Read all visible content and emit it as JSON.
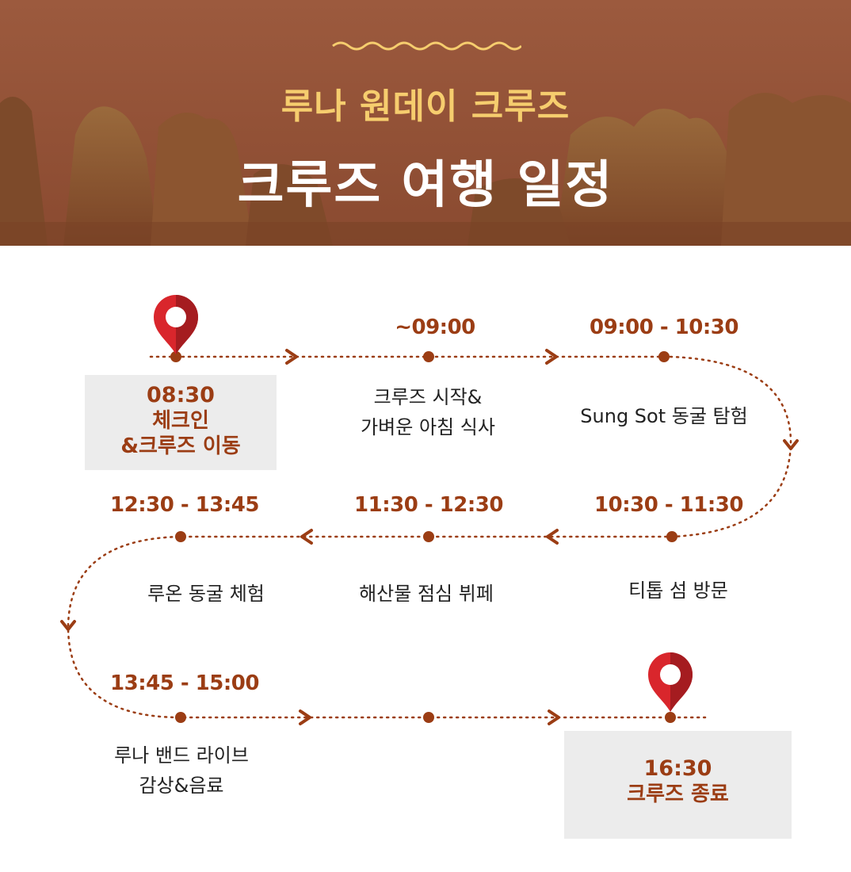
{
  "header": {
    "subtitle": "루나 원데이 크루즈",
    "title": "크루즈 여행 일정"
  },
  "colors": {
    "accent": "#9b3d14",
    "header_bg": "#8e5038",
    "header_subtitle": "#f6cd6e",
    "pin": "#d9262c",
    "box_bg": "#ececec"
  },
  "start": {
    "time": "08:30",
    "line1": "체크인",
    "line2": "&크루즈 이동"
  },
  "stops": [
    {
      "time": "~09:00",
      "line1": "크루즈 시작&",
      "line2": "가벼운 아침 식사"
    },
    {
      "time": "09:00 - 10:30",
      "line1": "Sung Sot 동굴 탐험",
      "line2": ""
    },
    {
      "time": "10:30 - 11:30",
      "line1": "티톱 섬 방문",
      "line2": ""
    },
    {
      "time": "11:30 - 12:30",
      "line1": "해산물 점심 뷔페",
      "line2": ""
    },
    {
      "time": "12:30 - 13:45",
      "line1": "루온 동굴 체험",
      "line2": ""
    },
    {
      "time": "13:45 - 15:00",
      "line1": "루나 밴드 라이브",
      "line2": "감상&음료"
    }
  ],
  "end": {
    "time": "16:30",
    "label": "크루즈 종료"
  },
  "icons": [
    "map-pin-icon",
    "arrow-right-icon",
    "arrow-left-icon",
    "chevron-down-icon",
    "wave-divider-icon"
  ]
}
